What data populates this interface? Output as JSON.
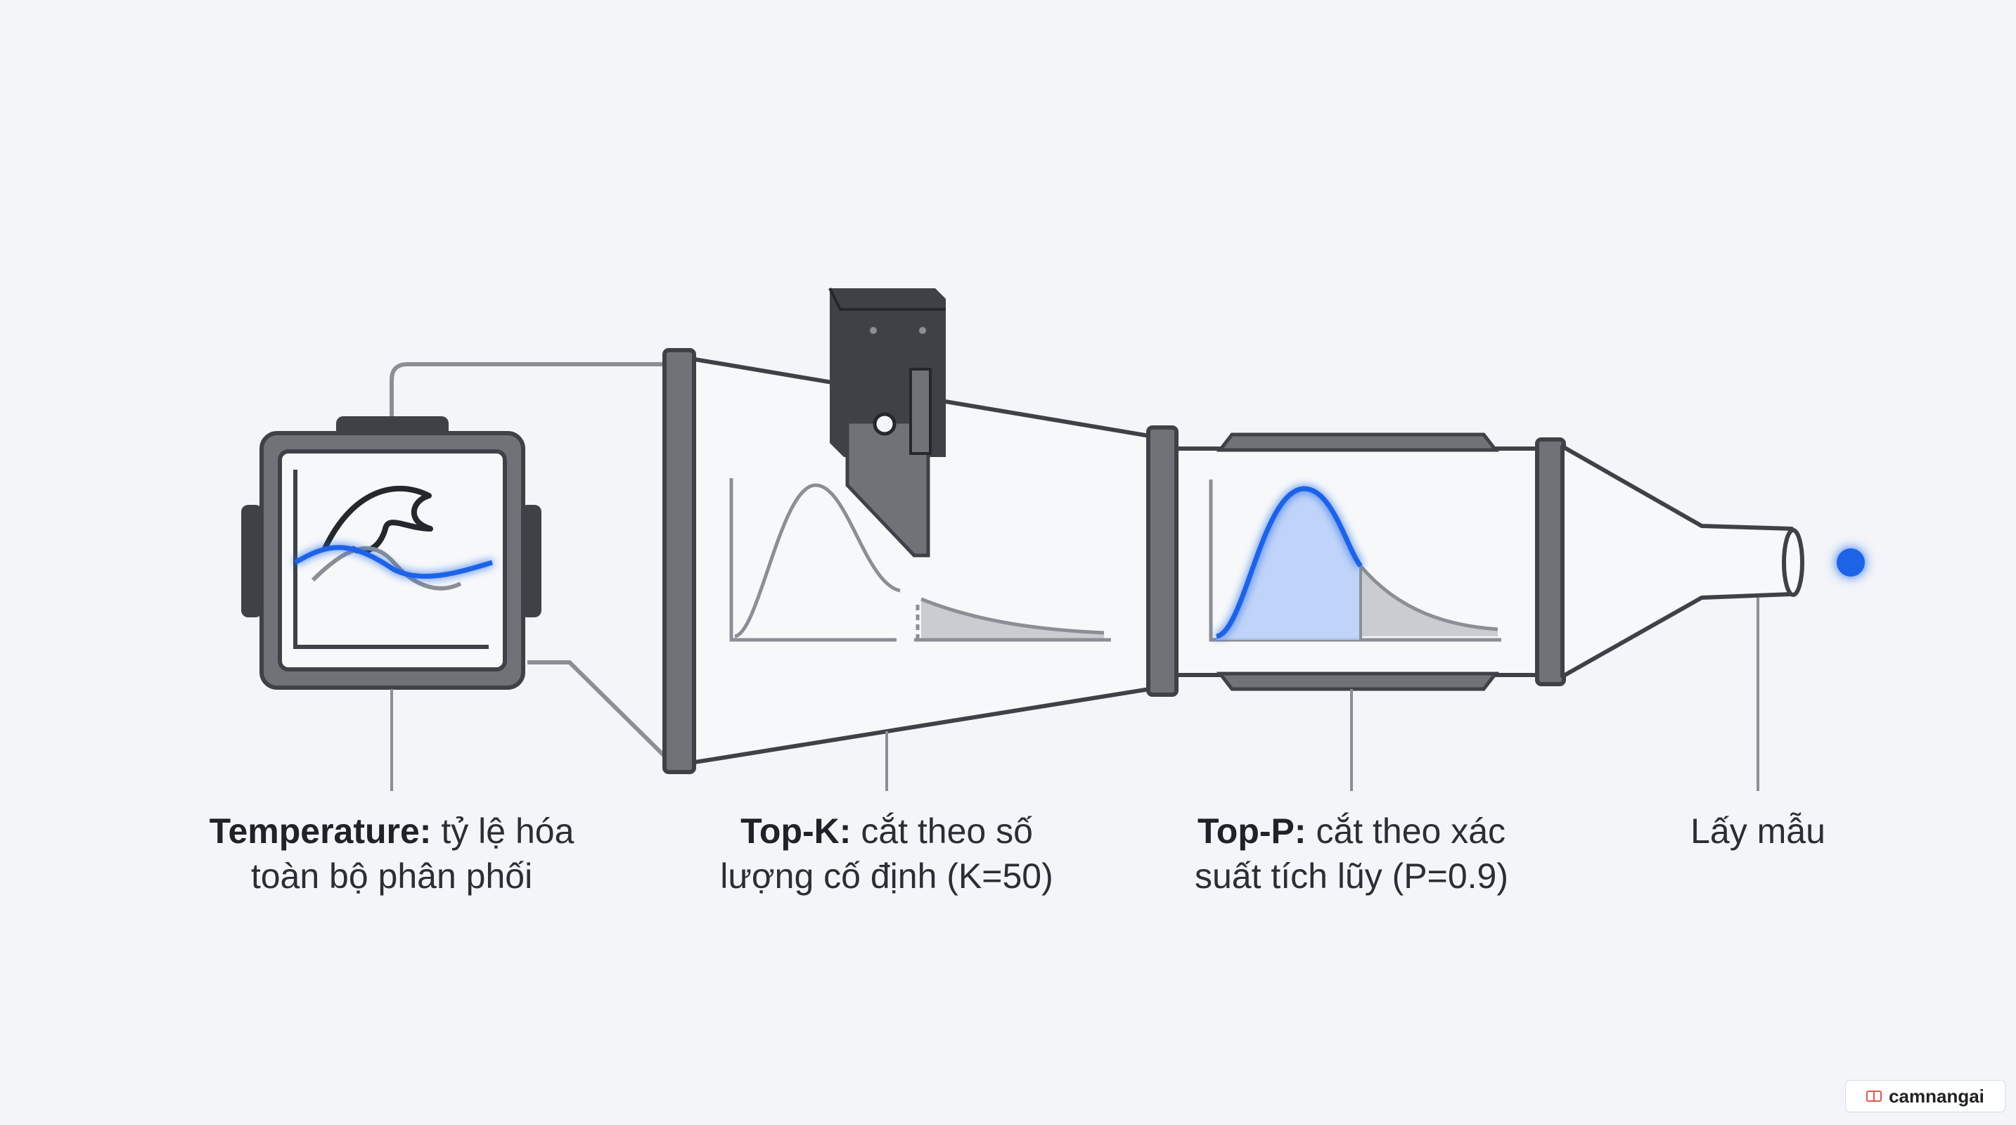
{
  "stages": {
    "temperature": {
      "title": "Temperature:",
      "line1": "tỷ lệ hóa",
      "line2": "toàn bộ phân phối"
    },
    "topk": {
      "title": "Top-K:",
      "line1": "cắt theo số",
      "line2": "lượng cố định (K=50)"
    },
    "topp": {
      "title": "Top-P:",
      "line1": "cắt theo xác",
      "line2": "suất tích lũy (P=0.9)"
    },
    "sampling": {
      "label": "Lấy mẫu"
    }
  },
  "watermark": {
    "text": "camnangai"
  },
  "colors": {
    "flow": "#1f63e8",
    "outline": "#3e4247",
    "fill_gray": "#c9ccd0",
    "fill_blue": "#b6cdf7",
    "background": "#f3f5f8"
  },
  "icons": [
    "wave-icon",
    "blade-icon",
    "sample-dot-icon"
  ]
}
